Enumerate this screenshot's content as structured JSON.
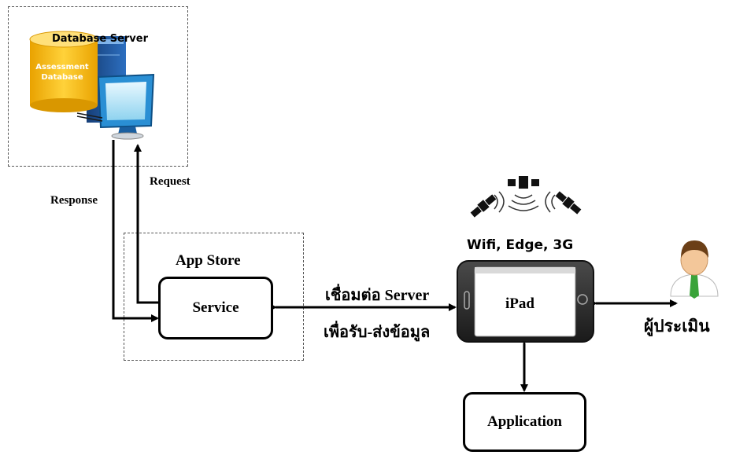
{
  "database": {
    "server_label": "Database Server",
    "db_line1": "Assessment",
    "db_line2": "Database"
  },
  "arrows": {
    "request": "Request",
    "response": "Response"
  },
  "appstore": {
    "title": "App Store",
    "service": "Service"
  },
  "connection": {
    "line1": "เชื่อมต่อ Server",
    "line2": "เพื่อรับ-ส่งข้อมูล"
  },
  "network": {
    "label": "Wifi, Edge, 3G"
  },
  "device": {
    "label": "iPad"
  },
  "application": {
    "label": "Application"
  },
  "user": {
    "label": "ผู้ประเมิน"
  },
  "colors": {
    "db_yellow": "#f2b400",
    "monitor_blue": "#2a8fd4",
    "server_tower": "#1f5fa8",
    "screen_cyan": "#bfe9f7",
    "shirt_green": "#3aa33a"
  }
}
